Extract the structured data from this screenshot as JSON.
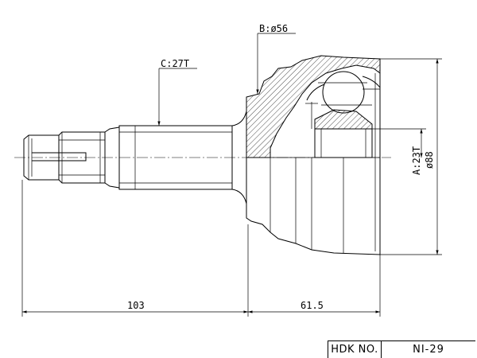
{
  "labels": {
    "c": "C:27T",
    "b": "B:ø56",
    "a_teeth": "A:23T",
    "a_dia": "ø88",
    "dim_left": "103",
    "dim_right": "61.5"
  },
  "title_block": {
    "label": "HDK NO.",
    "value": "NI-29"
  }
}
